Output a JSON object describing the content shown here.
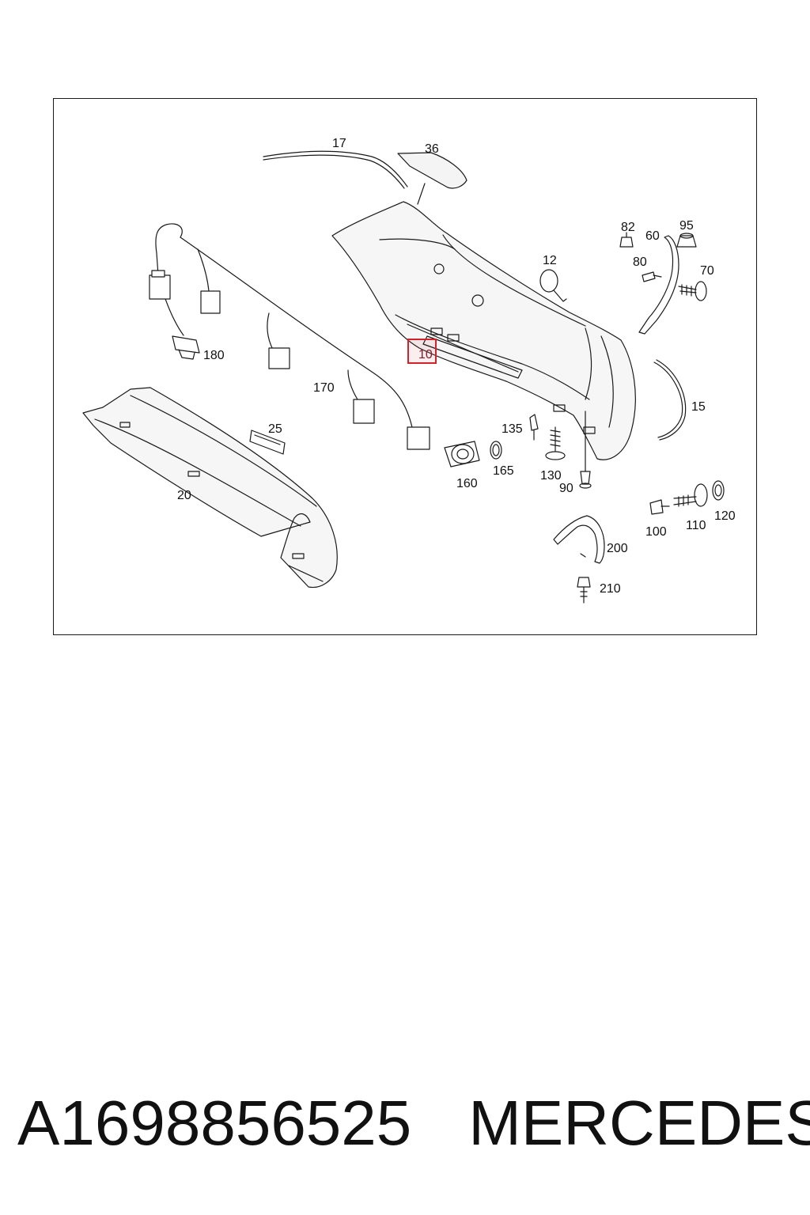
{
  "diagram": {
    "highlight_color": "#d2232a",
    "callouts": {
      "c17": "17",
      "c36": "36",
      "c82": "82",
      "c95": "95",
      "c60": "60",
      "c80": "80",
      "c70": "70",
      "c12": "12",
      "c180": "180",
      "c10": "10",
      "c170": "170",
      "c15": "15",
      "c135": "135",
      "c25": "25",
      "c160": "160",
      "c165": "165",
      "c130": "130",
      "c90": "90",
      "c20": "20",
      "c100": "100",
      "c110": "110",
      "c120": "120",
      "c200": "200",
      "c210": "210"
    },
    "highlighted_callout": "10"
  },
  "footer": {
    "part_number": "A1698856525",
    "brand": "MERCEDES"
  }
}
